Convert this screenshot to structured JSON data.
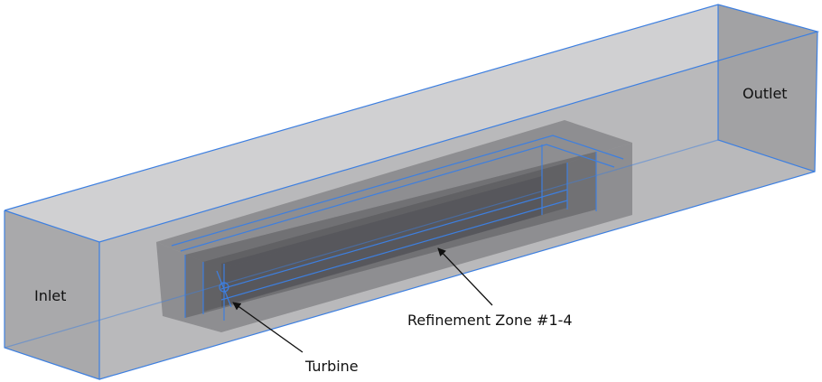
{
  "labels": {
    "inlet": "Inlet",
    "outlet": "Outlet",
    "refinement": "Refinement Zone #1-4",
    "turbine": "Turbine"
  },
  "colors": {
    "edge": "#3d7fe0",
    "domain_top": "#d0d0d2",
    "domain_left": "#a9a9ab",
    "domain_front": "#b9b9bb",
    "domain_back": "#a2a2a4",
    "domain_floor": "#c6c6c8",
    "zone": "#6c6c70",
    "zone_dark": "#4e4e53",
    "arrow": "#111111"
  },
  "icons": {
    "turbine": "wind-turbine-icon"
  }
}
